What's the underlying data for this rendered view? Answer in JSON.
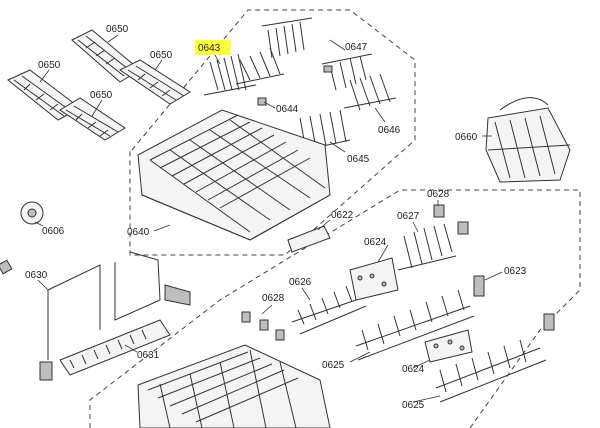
{
  "diagram": {
    "labels": {
      "p0650_a": "0650",
      "p0650_b": "0650",
      "p0650_c": "0650",
      "p0650_d": "0650",
      "p0643": "0643",
      "p0647": "0647",
      "p0644": "0644",
      "p0646": "0646",
      "p0645": "0645",
      "p0660": "0660",
      "p0606": "0606",
      "p0640": "0640",
      "p0622": "0622",
      "p0628_a": "0628",
      "p0627": "0627",
      "p0624_a": "0624",
      "p0623": "0623",
      "p0630": "0630",
      "p0626": "0626",
      "p0628_b": "0628",
      "p0631": "0631",
      "p0625_a": "0625",
      "p0624_b": "0624",
      "p0625_b": "0625"
    },
    "highlight": {
      "color": "#ffff3a",
      "target": "p0643"
    }
  }
}
